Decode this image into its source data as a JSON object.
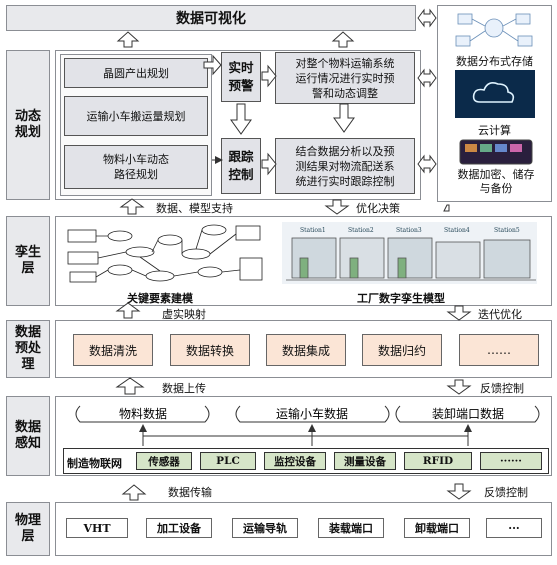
{
  "title": "数据可视化",
  "layers": {
    "dynamic": "动态\n规划",
    "twin": "孪生\n层",
    "preprocess": "数据\n预处\n理",
    "perception": "数据\n感知",
    "physical": "物理\n层"
  },
  "dynamic_planning": {
    "plans": [
      "晶圆产出规划",
      "运输小车搬运量规划",
      "物料小车动态\n路径规划"
    ],
    "realtime_alert": "实时\n预警",
    "tracking_control": "跟踪\n控制",
    "alert_desc": "对整个物料运输系统\n运行情况进行实时预\n警和动态调整",
    "tracking_desc": "结合数据分析以及预\n测结果对物流配送系\n统进行实时跟踪控制"
  },
  "cloud": {
    "storage": "数据分布式存储",
    "computing": "云计算",
    "security": "数据加密、储存\n与备份"
  },
  "arrows": {
    "data_model_support": "数据、模型支持",
    "optimize_decision": "优化决策",
    "virtual_real_mapping": "虚实映射",
    "iterative_optimize": "迭代优化",
    "data_upload": "数据上传",
    "feedback_control_1": "反馈控制",
    "data_transmit": "数据传输",
    "feedback_control_2": "反馈控制"
  },
  "twin": {
    "key_elements": "关键要素建模",
    "factory_model": "工厂数字孪生模型",
    "stations": [
      "Station1",
      "Station2",
      "Station3",
      "Station4",
      "Station5"
    ]
  },
  "preprocess": [
    "数据清洗",
    "数据转换",
    "数据集成",
    "数据归约",
    "……"
  ],
  "perception": {
    "groups": [
      "物料数据",
      "运输小车数据",
      "装卸端口数据"
    ],
    "iot_label": "制造物联网",
    "devices": [
      "传感器",
      "PLC",
      "监控设备",
      "测量设备",
      "RFID",
      "······"
    ]
  },
  "physical": [
    "VHT",
    "加工设备",
    "运输导轨",
    "装载端口",
    "卸载端口",
    "···"
  ],
  "colors": {
    "chip_green": "#d6e5c8",
    "pre_orange": "#fbe5d6",
    "gray": "#e2e3e8"
  }
}
